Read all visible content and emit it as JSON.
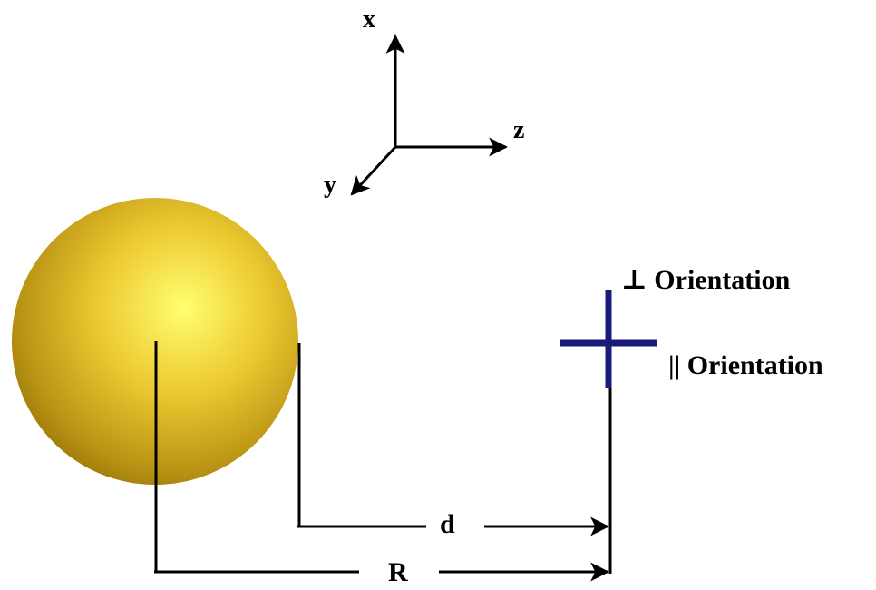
{
  "axes": {
    "x_label": "x",
    "y_label": "y",
    "z_label": "z"
  },
  "orientations": {
    "perpendicular_label": "⊥ Orientation",
    "parallel_label": "|| Orientation"
  },
  "dimensions": {
    "d_label": "d",
    "R_label": "R"
  },
  "colors": {
    "sphere_highlight": "#ffff66",
    "sphere_mid": "#e8c428",
    "sphere_shadow": "#a07c08",
    "cross": "#1a1a78",
    "lines": "#000000"
  }
}
